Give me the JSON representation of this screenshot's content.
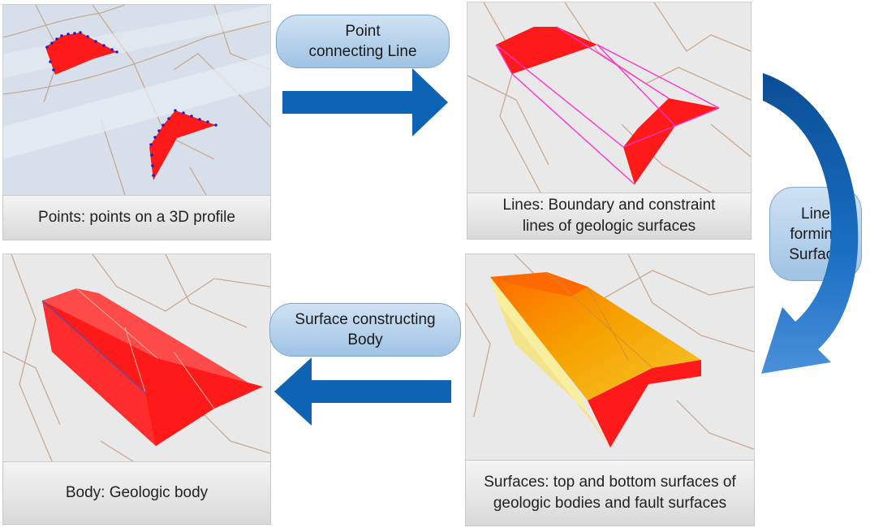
{
  "panels": {
    "points": {
      "caption": "Points: points on a 3D profile"
    },
    "lines": {
      "caption": "Lines: Boundary and constraint lines of geologic surfaces"
    },
    "surfaces": {
      "caption": "Surfaces: top and bottom surfaces of geologic bodies and fault surfaces"
    },
    "body": {
      "caption": "Body: Geologic body"
    }
  },
  "transitions": {
    "point_to_line": "Point connecting Line",
    "line_to_surface": "Line forming Surface",
    "surface_to_body": "Surface constructing Body"
  },
  "colors": {
    "arrow": "#0e63b4",
    "fill_red": "#ff1a1a",
    "fill_orange": "#f08a00",
    "fill_yellow": "#f6e07a",
    "pink_line": "#ff33cc",
    "dot_blue": "#1f1fd0",
    "pill": "#a9cbe8"
  }
}
